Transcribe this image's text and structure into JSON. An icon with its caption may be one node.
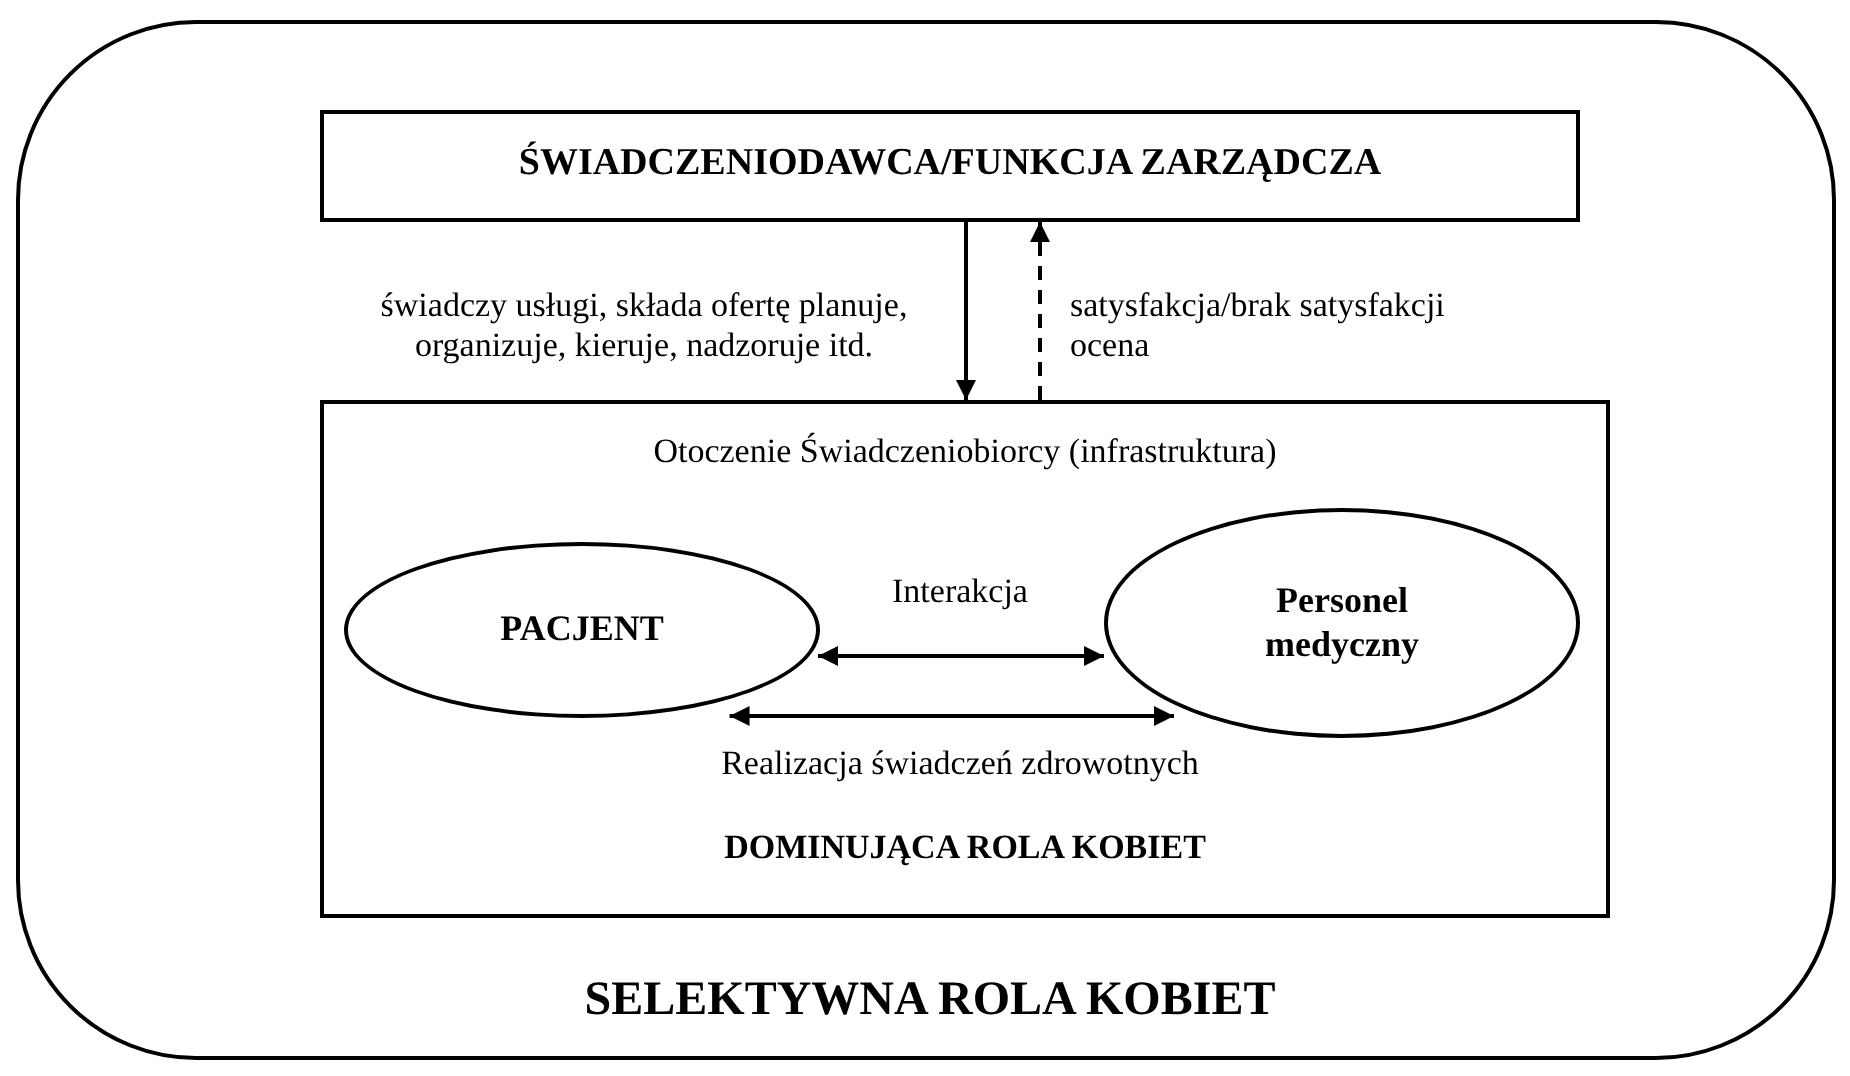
{
  "diagram": {
    "nodes": [
      {
        "text": [
          "SELEKTYWNA ROLA KOBIET"
        ]
      },
      {
        "text": [
          "ŚWIADCZENIODAWCA/FUNKCJA ZARZĄDCZA"
        ],
        "in": 0
      },
      {
        "text": [
          "Otoczenie Świadczeniobiorcy (infrastruktura)",
          "DOMINUJĄCA ROLA KOBIET"
        ],
        "in": 0
      },
      {
        "text": [
          "PACJENT"
        ],
        "in": 2
      },
      {
        "text": [
          "Personel medyczny"
        ],
        "in": 2
      }
    ],
    "edges": [
      {
        "from": 1,
        "to": 2,
        "arrow": "to",
        "label": "świadczy usługi, składa ofertę planuje, organizuje, kieruje, nadzoruje itd."
      },
      {
        "from": 2,
        "to": 1,
        "arrow": "to",
        "style": "dashed",
        "label": "satysfakcja/brak satysfakcji ocena"
      },
      {
        "from": 3,
        "to": 4,
        "arrow": "both",
        "label": "Interakcja"
      },
      {
        "from": 3,
        "to": 4,
        "arrow": "both",
        "label": "Realizacja świadczeń zdrowotnych"
      }
    ]
  }
}
